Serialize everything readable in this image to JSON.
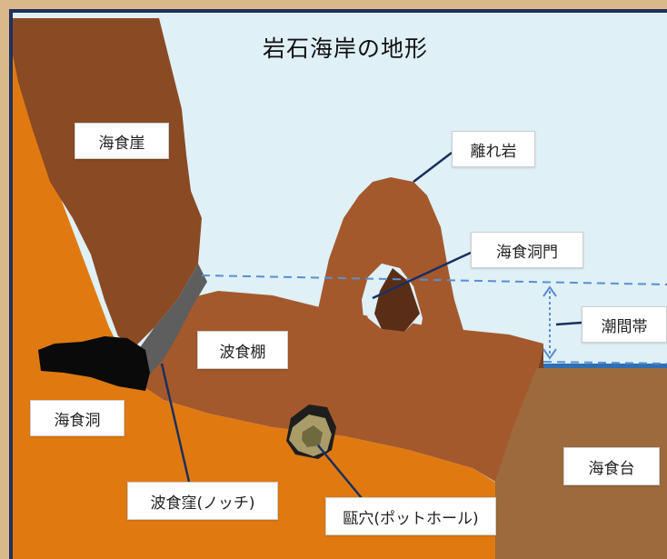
{
  "title": "岩石海岸の地形",
  "labels": {
    "sea_cliff": "海食崖",
    "stack": "離れ岩",
    "sea_arch": "海食洞門",
    "intertidal_zone": "潮間帯",
    "wave_cut_platform": "波食棚",
    "sea_cave": "海食洞",
    "marine_terrace": "海食台",
    "notch": "波食窪(ノッチ)",
    "pothole": "甌穴(ポットホール)"
  },
  "colors": {
    "frame": "#20305e",
    "sky": "#dff0f7",
    "cliff": "#8a4a24",
    "ground": "#e07a10",
    "platform": "#a4592d",
    "sea": "#2e6fb5",
    "terrace": "#9c6a3c",
    "leader": "#1b2f5e",
    "dashed": "#5b8ed0"
  }
}
